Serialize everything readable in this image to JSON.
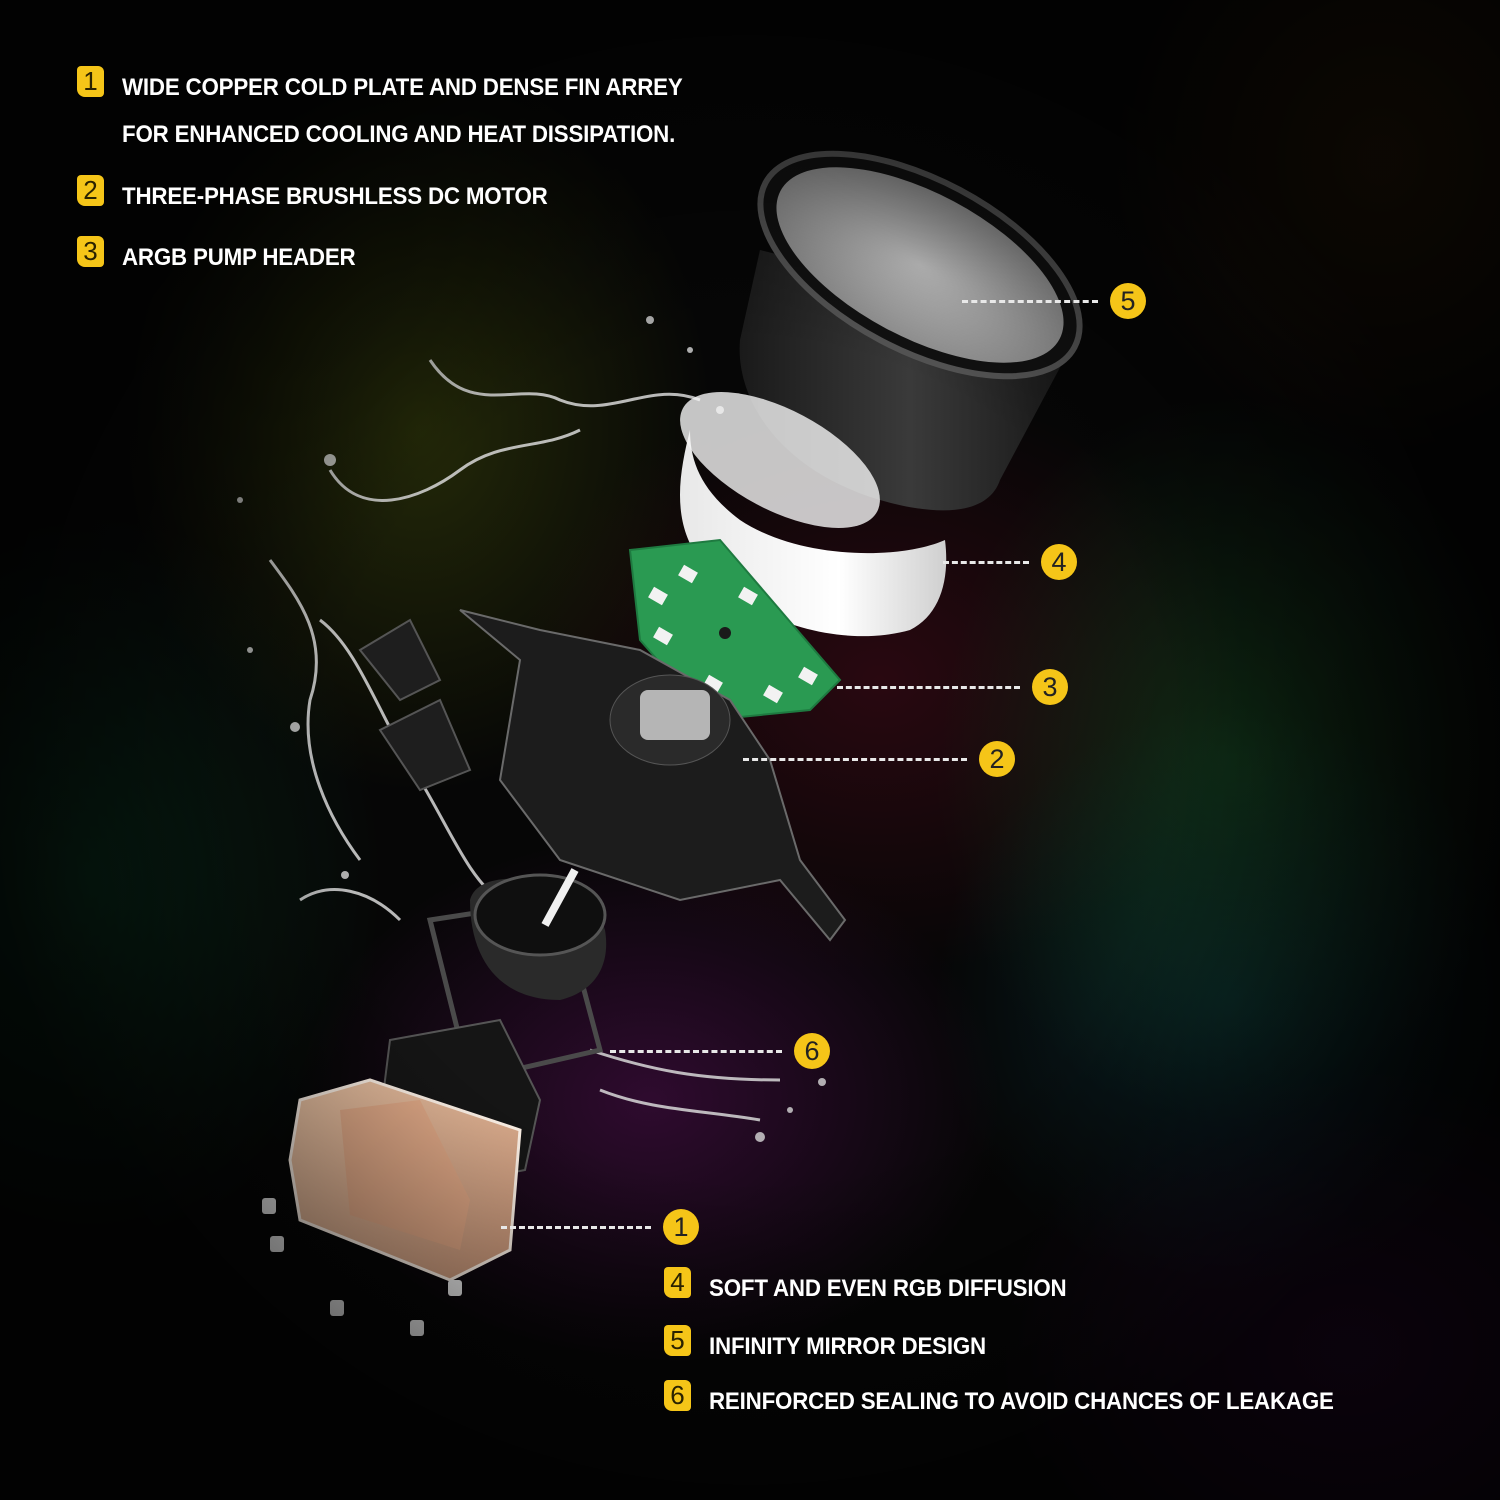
{
  "accent_color": "#F5C518",
  "features_top": [
    {
      "number": "1",
      "lines": [
        "WIDE COPPER COLD PLATE AND DENSE FIN ARREY",
        "FOR ENHANCED COOLING AND HEAT DISSIPATION."
      ]
    },
    {
      "number": "2",
      "lines": [
        "THREE-PHASE BRUSHLESS DC MOTOR"
      ]
    },
    {
      "number": "3",
      "lines": [
        "ARGB PUMP HEADER"
      ]
    }
  ],
  "features_bottom": [
    {
      "number": "4",
      "lines": [
        "SOFT AND EVEN RGB DIFFUSION"
      ]
    },
    {
      "number": "5",
      "lines": [
        "INFINITY MIRROR DESIGN"
      ]
    },
    {
      "number": "6",
      "lines": [
        "REINFORCED SEALING TO AVOID CHANCES OF LEAKAGE"
      ]
    }
  ],
  "callouts": [
    {
      "number": "5",
      "part": "infinity-mirror-cap"
    },
    {
      "number": "4",
      "part": "rgb-diffuser-ring"
    },
    {
      "number": "3",
      "part": "argb-pcb"
    },
    {
      "number": "2",
      "part": "brushless-motor"
    },
    {
      "number": "6",
      "part": "sealing-gasket"
    },
    {
      "number": "1",
      "part": "copper-cold-plate"
    }
  ]
}
